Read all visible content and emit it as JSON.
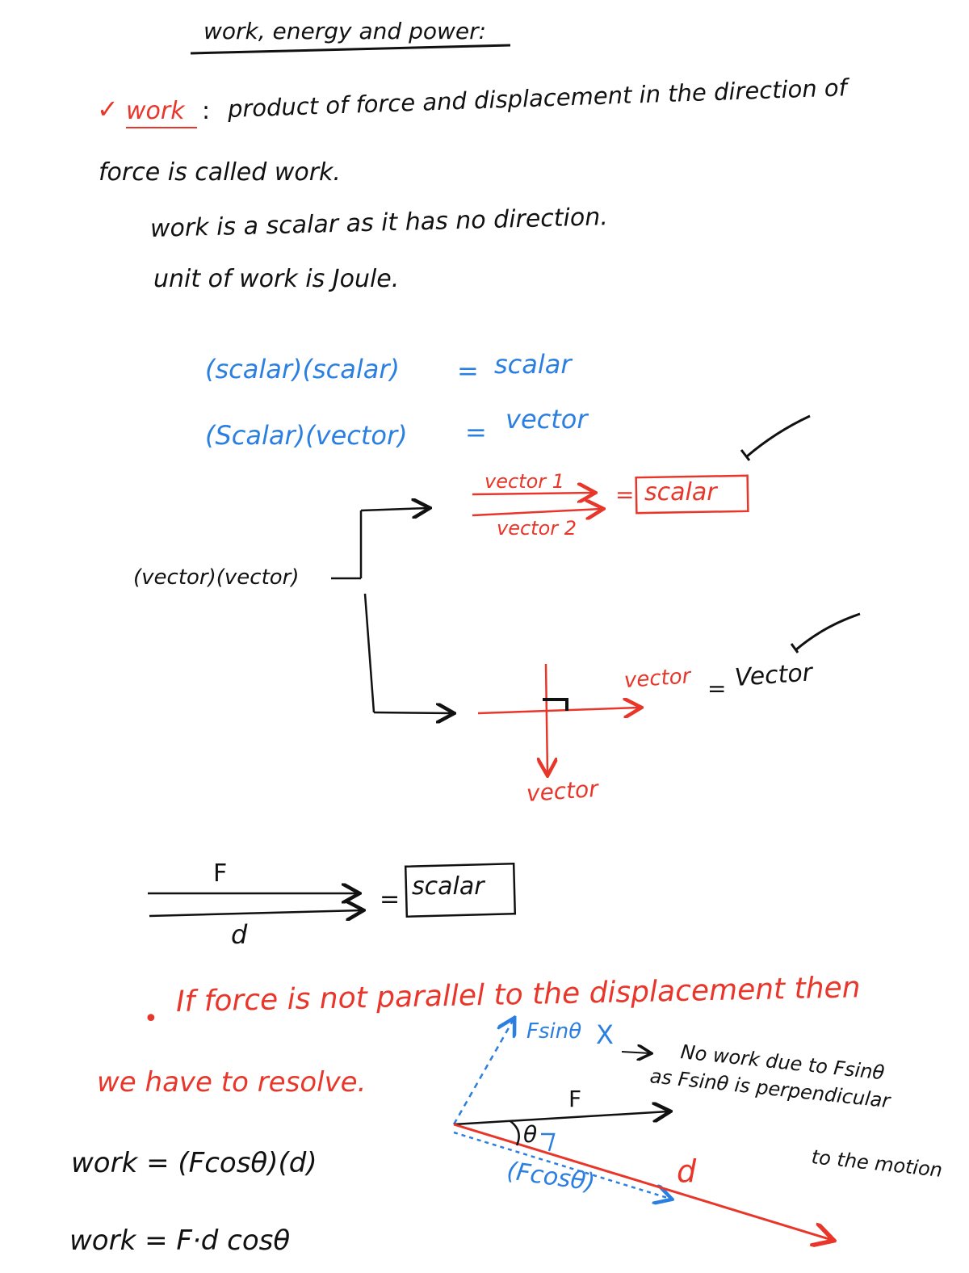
{
  "colors": {
    "ink": "#111111",
    "red": "#e8362a",
    "blue": "#2a7fe0"
  },
  "icons": {
    "checkmark": "checkmark-icon",
    "box": "boxed-answer"
  },
  "title": "work, energy and power:",
  "definition": {
    "check": "✓",
    "term": "work",
    "colon": ":",
    "line1": "product of force and displacement in the direction of",
    "line2": "force is called work."
  },
  "facts": [
    "work is a scalar as it has no direction.",
    "unit of work is Joule."
  ],
  "rules": {
    "row1_left": "(scalar)(scalar)",
    "row1_eq": "=",
    "row1_right": "scalar",
    "row2_left": "(Scalar)(vector)",
    "row2_eq": "=",
    "row2_right": "vector"
  },
  "vector_product": {
    "left": "(vector)(vector)",
    "parallel_top": "vector 1",
    "parallel_bottom": "vector 2",
    "parallel_eq": "=",
    "parallel_result": "scalar",
    "perp_right": "vector",
    "perp_down": "vector",
    "perp_eq": "=",
    "perp_result": "Vector"
  },
  "force_disp": {
    "top": "F",
    "bottom": "d",
    "eq": "=",
    "result": "scalar"
  },
  "resolve": {
    "bullet": "•",
    "line1": "If force is not parallel to the displacement then",
    "line2": "we have to resolve."
  },
  "diagram": {
    "fsin": "Fsinθ",
    "fsin_x": "X",
    "note1": "No work due to Fsinθ",
    "note2": "as Fsinθ is perpendicular",
    "note3": "to the motion",
    "f_label": "F",
    "theta": "θ",
    "fcos": "(Fcosθ)",
    "d_label": "d"
  },
  "formulas": [
    "work = (Fcosθ)(d)",
    "work =  F·d  cosθ"
  ]
}
